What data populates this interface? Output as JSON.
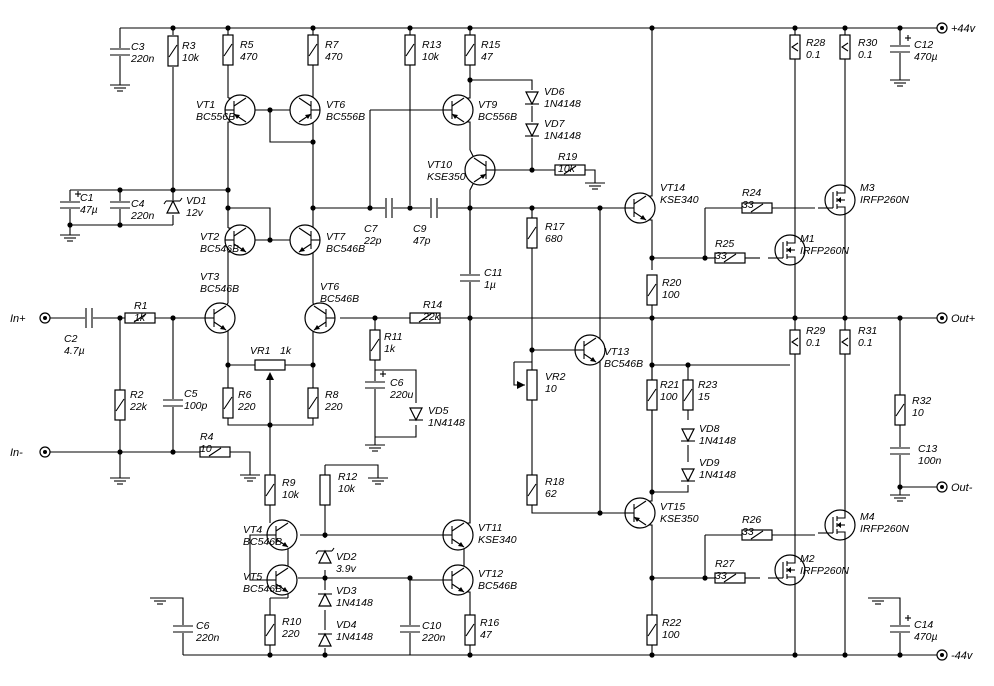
{
  "terminals": {
    "in_plus": "In+",
    "in_minus": "In-",
    "plus44": "+44v",
    "minus44": "-44v",
    "out_plus": "Out+",
    "out_minus": "Out-"
  },
  "components": {
    "C1": {
      "name": "C1",
      "value": "47µ"
    },
    "C2": {
      "name": "C2",
      "value": "4.7µ"
    },
    "C3": {
      "name": "C3",
      "value": "220n"
    },
    "C4": {
      "name": "C4",
      "value": "220n"
    },
    "C5": {
      "name": "C5",
      "value": "100p"
    },
    "C6a": {
      "name": "C6",
      "value": "220u"
    },
    "C6b": {
      "name": "C6",
      "value": "220n"
    },
    "C7": {
      "name": "C7",
      "value": "22p"
    },
    "C9": {
      "name": "C9",
      "value": "47p"
    },
    "C10": {
      "name": "C10",
      "value": "220n"
    },
    "C11": {
      "name": "C11",
      "value": "1µ"
    },
    "C12": {
      "name": "C12",
      "value": "470µ"
    },
    "C13": {
      "name": "C13",
      "value": "100n"
    },
    "C14": {
      "name": "C14",
      "value": "470µ"
    },
    "R1": {
      "name": "R1",
      "value": "1k"
    },
    "R2": {
      "name": "R2",
      "value": "22k"
    },
    "R3": {
      "name": "R3",
      "value": "10k"
    },
    "R4": {
      "name": "R4",
      "value": "10"
    },
    "R5": {
      "name": "R5",
      "value": "470"
    },
    "R6": {
      "name": "R6",
      "value": "220"
    },
    "R7": {
      "name": "R7",
      "value": "470"
    },
    "R8": {
      "name": "R8",
      "value": "220"
    },
    "R9": {
      "name": "R9",
      "value": "10k"
    },
    "R10": {
      "name": "R10",
      "value": "220"
    },
    "R11": {
      "name": "R11",
      "value": "1k"
    },
    "R12": {
      "name": "R12",
      "value": "10k"
    },
    "R13": {
      "name": "R13",
      "value": "10k"
    },
    "R14": {
      "name": "R14",
      "value": "22k"
    },
    "R15": {
      "name": "R15",
      "value": "47"
    },
    "R16": {
      "name": "R16",
      "value": "47"
    },
    "R17": {
      "name": "R17",
      "value": "680"
    },
    "R18": {
      "name": "R18",
      "value": "62"
    },
    "R19": {
      "name": "R19",
      "value": "10k"
    },
    "R20": {
      "name": "R20",
      "value": "100"
    },
    "R21": {
      "name": "R21",
      "value": "100"
    },
    "R22": {
      "name": "R22",
      "value": "100"
    },
    "R23": {
      "name": "R23",
      "value": "15"
    },
    "R24": {
      "name": "R24",
      "value": "33"
    },
    "R25": {
      "name": "R25",
      "value": "33"
    },
    "R26": {
      "name": "R26",
      "value": "33"
    },
    "R27": {
      "name": "R27",
      "value": "33"
    },
    "R28": {
      "name": "R28",
      "value": "0.1"
    },
    "R29": {
      "name": "R29",
      "value": "0.1"
    },
    "R30": {
      "name": "R30",
      "value": "0.1"
    },
    "R31": {
      "name": "R31",
      "value": "0.1"
    },
    "R32": {
      "name": "R32",
      "value": "10"
    },
    "VR1": {
      "name": "VR1",
      "value": "1k"
    },
    "VR2": {
      "name": "VR2",
      "value": "10"
    },
    "VD1": {
      "name": "VD1",
      "value": "12v"
    },
    "VD2": {
      "name": "VD2",
      "value": "3.9v"
    },
    "VD3": {
      "name": "VD3",
      "value": "1N4148"
    },
    "VD4": {
      "name": "VD4",
      "value": "1N4148"
    },
    "VD5": {
      "name": "VD5",
      "value": "1N4148"
    },
    "VD6": {
      "name": "VD6",
      "value": "1N4148"
    },
    "VD7": {
      "name": "VD7",
      "value": "1N4148"
    },
    "VD8": {
      "name": "VD8",
      "value": "1N4148"
    },
    "VD9": {
      "name": "VD9",
      "value": "1N4148"
    },
    "VT1": {
      "name": "VT1",
      "value": "BC556B"
    },
    "VT2": {
      "name": "VT2",
      "value": "BC546B"
    },
    "VT3": {
      "name": "VT3",
      "value": "BC546B"
    },
    "VT4": {
      "name": "VT4",
      "value": "BC546B"
    },
    "VT5": {
      "name": "VT5",
      "value": "BC546B"
    },
    "VT6a": {
      "name": "VT6",
      "value": "BC556B"
    },
    "VT6b": {
      "name": "VT6",
      "value": "BC546B"
    },
    "VT7": {
      "name": "VT7",
      "value": "BC546B"
    },
    "VT9": {
      "name": "VT9",
      "value": "BC556B"
    },
    "VT10": {
      "name": "VT10",
      "value": "KSE350"
    },
    "VT11": {
      "name": "VT11",
      "value": "KSE340"
    },
    "VT12": {
      "name": "VT12",
      "value": "BC546B"
    },
    "VT13": {
      "name": "VT13",
      "value": "BC546B"
    },
    "VT14": {
      "name": "VT14",
      "value": "KSE340"
    },
    "VT15": {
      "name": "VT15",
      "value": "KSE350"
    },
    "M1": {
      "name": "M1",
      "value": "IRFP260N"
    },
    "M2": {
      "name": "M2",
      "value": "IRFP260N"
    },
    "M3": {
      "name": "M3",
      "value": "IRFP260N"
    },
    "M4": {
      "name": "M4",
      "value": "IRFP260N"
    }
  }
}
